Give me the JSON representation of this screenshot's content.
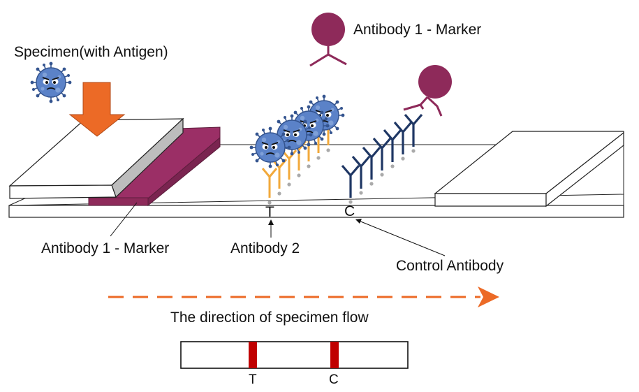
{
  "labels": {
    "specimen": "Specimen(with Antigen)",
    "antibody1_marker_top": "Antibody 1 - Marker",
    "antibody1_marker_bottom": "Antibody 1 - Marker",
    "antibody2": "Antibody 2",
    "control_antibody": "Control Antibody",
    "flow_direction": "The direction of specimen flow",
    "test_line": "T",
    "control_line": "C",
    "result_test_line": "T",
    "result_control_line": "C"
  },
  "colors": {
    "arrow_orange": "#ec6a26",
    "marker_purple": "#8e2a5a",
    "marker_pad": "#9b2f66",
    "antibody2_orange": "#f2a93b",
    "control_navy": "#1f3764",
    "virus_blue": "#5b82c8",
    "result_line_red": "#c00000"
  },
  "icons": {
    "virus": "virus-icon",
    "antibody_marker": "antibody-marker-icon",
    "flow_arrow": "dashed-arrow-right-icon",
    "down_arrow": "down-arrow-icon"
  }
}
